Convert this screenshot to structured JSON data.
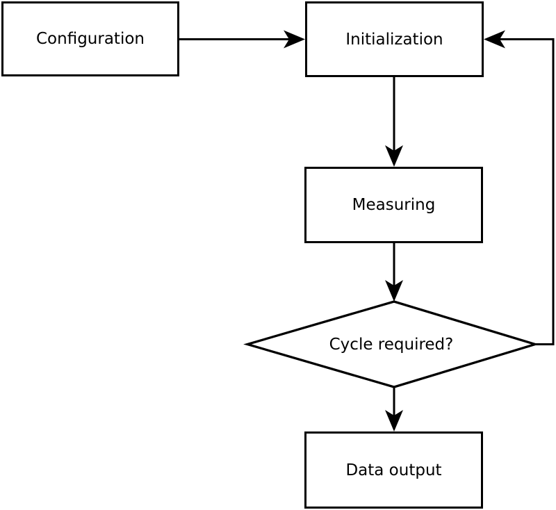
{
  "diagram": {
    "type": "flowchart",
    "nodes": {
      "configuration": {
        "label": "Configuration",
        "shape": "rectangle"
      },
      "initialization": {
        "label": "Initialization",
        "shape": "rectangle"
      },
      "measuring": {
        "label": "Measuring",
        "shape": "rectangle"
      },
      "cycle_decision": {
        "label": "Cycle required?",
        "shape": "diamond"
      },
      "data_output": {
        "label": "Data output",
        "shape": "rectangle"
      }
    },
    "edges": [
      {
        "from": "configuration",
        "to": "initialization",
        "kind": "arrow"
      },
      {
        "from": "initialization",
        "to": "measuring",
        "kind": "arrow"
      },
      {
        "from": "measuring",
        "to": "cycle_decision",
        "kind": "arrow"
      },
      {
        "from": "cycle_decision",
        "to": "data_output",
        "kind": "arrow"
      },
      {
        "from": "cycle_decision",
        "to": "initialization",
        "kind": "loop-back-arrow"
      }
    ],
    "colors": {
      "stroke": "#000000",
      "node_fill": "#ffffff",
      "text": "#000000",
      "background": "#ffffff"
    }
  }
}
